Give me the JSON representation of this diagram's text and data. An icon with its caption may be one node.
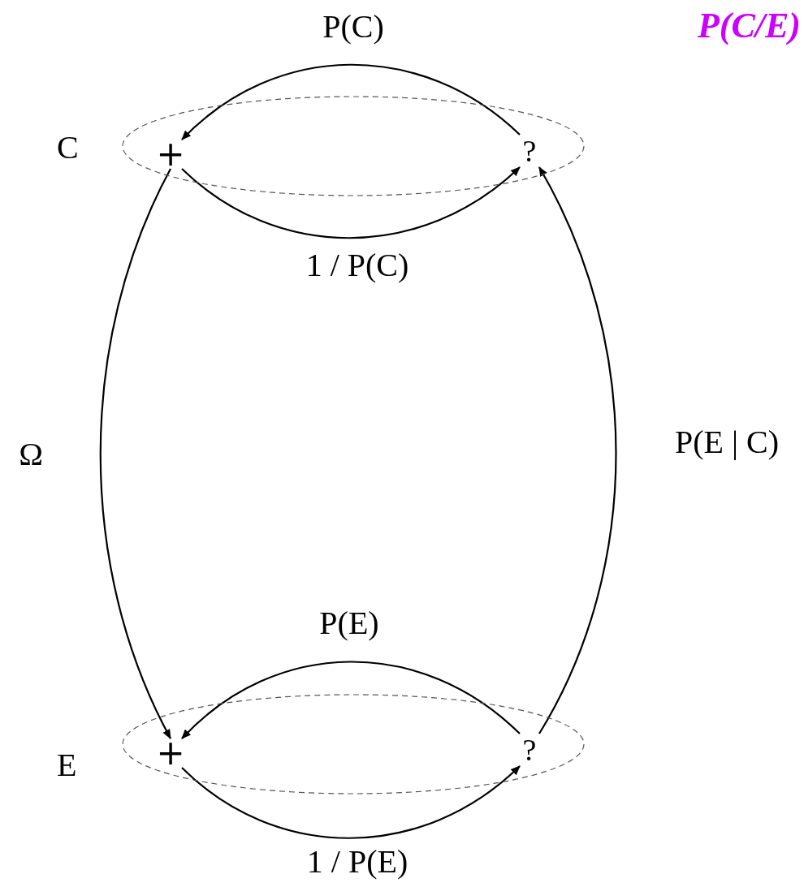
{
  "diagram": {
    "nodes": [
      {
        "text": [
          "C"
        ]
      },
      {
        "text": [
          "+"
        ],
        "in": 0
      },
      {
        "text": [
          "?"
        ],
        "in": 0
      },
      {
        "text": [
          "E"
        ]
      },
      {
        "text": [
          "+"
        ],
        "in": 3
      },
      {
        "text": [
          "?"
        ],
        "in": 3
      }
    ],
    "edges": [
      {
        "from": 2,
        "to": 1,
        "arrow": "to",
        "label": "P(C)"
      },
      {
        "from": 1,
        "to": 2,
        "arrow": "to",
        "label": "1 / P(C)"
      },
      {
        "from": 1,
        "to": 4,
        "arrow": "to",
        "label": "Ω"
      },
      {
        "from": 5,
        "to": 2,
        "arrow": "to",
        "label": "P(E | C)"
      },
      {
        "from": 5,
        "to": 4,
        "arrow": "to",
        "label": "P(E)"
      },
      {
        "from": 4,
        "to": 5,
        "arrow": "to",
        "label": "1 / P(E)"
      }
    ],
    "labels": [
      "P(C/E)"
    ]
  }
}
